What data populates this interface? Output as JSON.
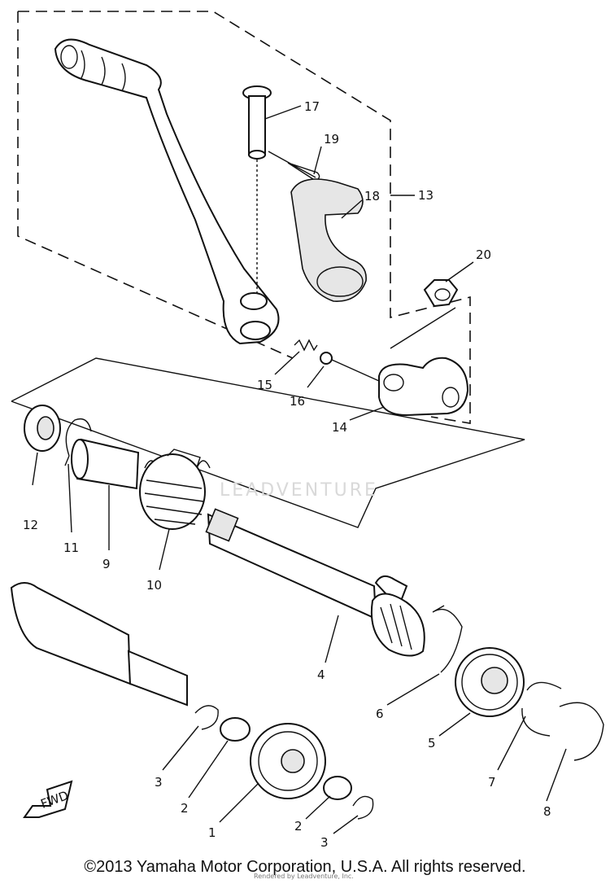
{
  "labels": {
    "p1": "1",
    "p2a": "2",
    "p2b": "2",
    "p3a": "3",
    "p3b": "3",
    "p4": "4",
    "p5": "5",
    "p6": "6",
    "p7": "7",
    "p8": "8",
    "p9": "9",
    "p10": "10",
    "p11": "11",
    "p12": "12",
    "p13": "13",
    "p14": "14",
    "p15": "15",
    "p16": "16",
    "p17": "17",
    "p18": "18",
    "p19": "19",
    "p20": "20"
  },
  "fwd_label": "FWD",
  "watermark": "LEADVENTURE",
  "credit": "Rendered by Leadventure, Inc.",
  "copyright": "©2013 Yamaha Motor Corporation, U.S.A. All rights reserved."
}
